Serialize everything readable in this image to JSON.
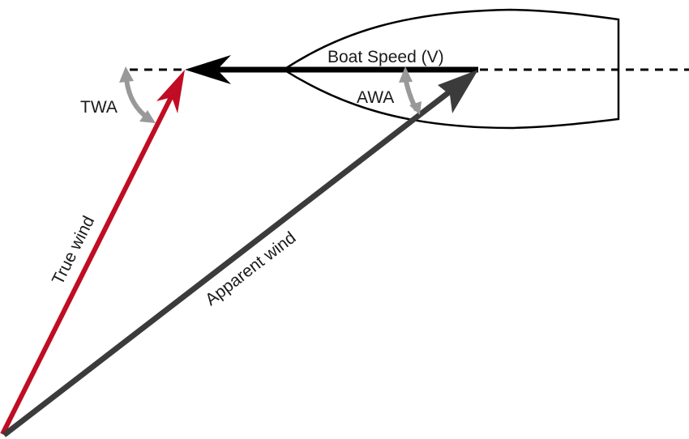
{
  "diagram": {
    "title": "Sailing wind vectors",
    "labels": {
      "boat_speed": "Boat Speed (V)",
      "awa": "AWA",
      "twa": "TWA",
      "true_wind": "True wind",
      "apparent_wind": "Apparent wind"
    },
    "colors": {
      "true_wind": "#c00d23",
      "apparent_wind": "#3b3b3b",
      "boat_speed": "#000000",
      "angle_arc": "#999999",
      "hull": "#000000"
    }
  }
}
